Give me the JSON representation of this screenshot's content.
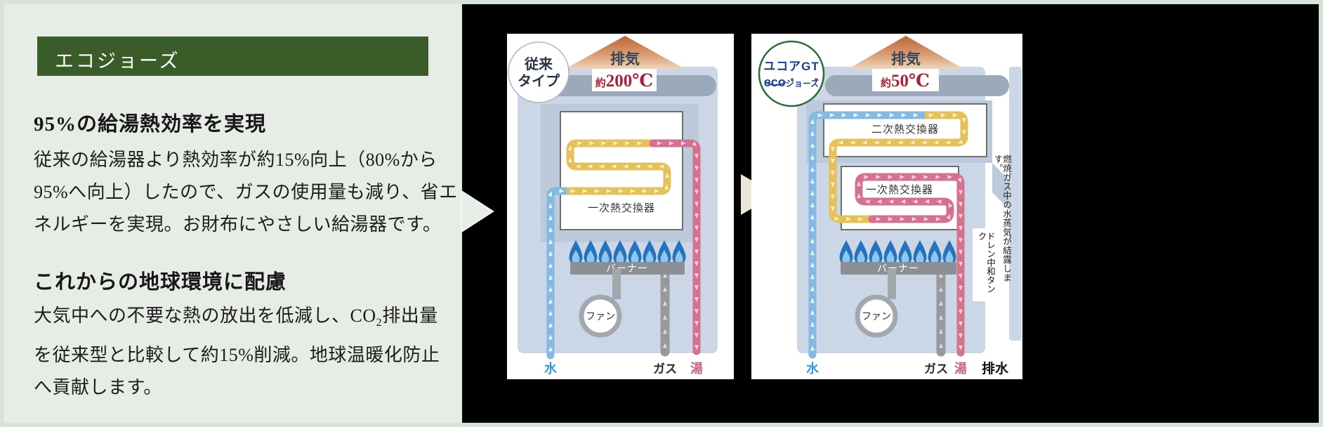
{
  "panel": {
    "header": "エコジョーズ",
    "section1": {
      "heading": "95%の給湯熱効率を実現",
      "lines": [
        "従来の給湯器より熱効率が約15%向上（80%から",
        "95%へ向上）したので、ガスの使用量も減り、省エ",
        "ネルギーを実現。お財布にやさしい給湯器です。"
      ]
    },
    "section2": {
      "heading": "これからの地球環境に配慮",
      "line1_pre": "大気中への不要な熱の放出を低減し、CO",
      "line1_sub": "2",
      "line1_post": "排出量",
      "line2": "を従来型と比較して約15%削減。地球温暖化防止",
      "line3": "へ貢献します。"
    }
  },
  "diagram_conventional": {
    "badge_line1": "従来",
    "badge_line2": "タイプ",
    "exhaust_label": "排気",
    "temp_approx": "約",
    "temp_value": "200℃",
    "hx_primary": "一次熱交換器",
    "burner": "バーナー",
    "fan": "ファン",
    "water": "水",
    "gas": "ガス",
    "hot_water": "湯"
  },
  "diagram_eco": {
    "badge_line1": "ユコアGT",
    "badge_eco": "eco",
    "badge_jaws": "ジョーズ",
    "exhaust_label": "排気",
    "temp_approx": "約",
    "temp_value": "50℃",
    "hx_secondary": "二次熱交換器",
    "hx_primary": "一次熱交換器",
    "burner": "バーナー",
    "fan": "ファン",
    "water": "水",
    "gas": "ガス",
    "hot_water": "湯",
    "drain_water": "排水",
    "drain_tank": "ドレン中和タンク",
    "condensation_note": "燃焼ガス中の水蒸気が結露します。"
  },
  "colors": {
    "panel_bg": "#e7ede6",
    "frame": "#d6e3d6",
    "header_green": "#3a5c29",
    "black_bg": "#000000",
    "exhaust_orange": "#bd6434",
    "exhaust_text": "#39455c",
    "temp_red": "#ab1f37",
    "body_blue": "#cbd7e6",
    "shadow_blue": "#bccadb",
    "flue_gray": "#9ba9bb",
    "pipe_water": "#84b9e2",
    "pipe_preheat": "#e6c158",
    "pipe_hot": "#d3718f",
    "pipe_gas": "#97999d",
    "burner_gray": "#8c9096",
    "flame_blue": "#2673bd",
    "label_water": "#2f9cd8",
    "label_hot": "#c75f83",
    "badge_eco_green": "#2c6c35",
    "badge_eco_blue": "#17408f",
    "arrow_cream": "#eae6d8"
  }
}
